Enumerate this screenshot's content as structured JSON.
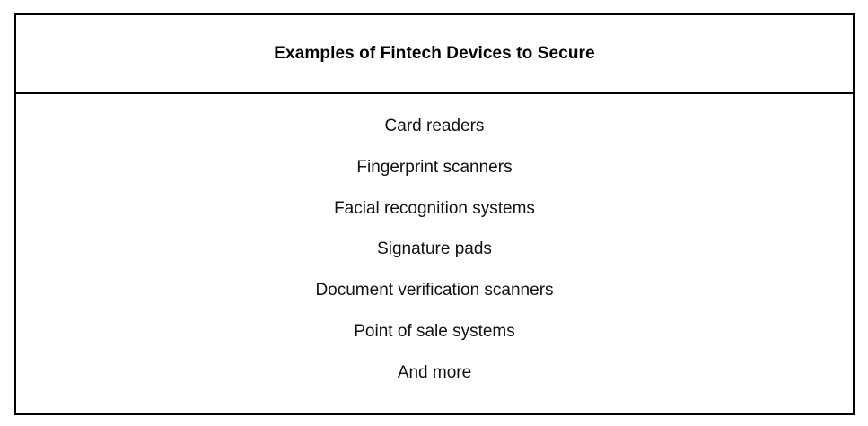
{
  "table": {
    "title": "Examples of Fintech Devices to Secure",
    "items": [
      {
        "label": "Card readers"
      },
      {
        "label": "Fingerprint scanners"
      },
      {
        "label": "Facial recognition systems"
      },
      {
        "label": "Signature pads"
      },
      {
        "label": "Document verification scanners"
      },
      {
        "label": "Point of sale systems"
      },
      {
        "label": "And more"
      }
    ]
  },
  "colors": {
    "border": "#000000",
    "background": "#ffffff",
    "title_text": "#000000",
    "body_text": "#111111"
  }
}
